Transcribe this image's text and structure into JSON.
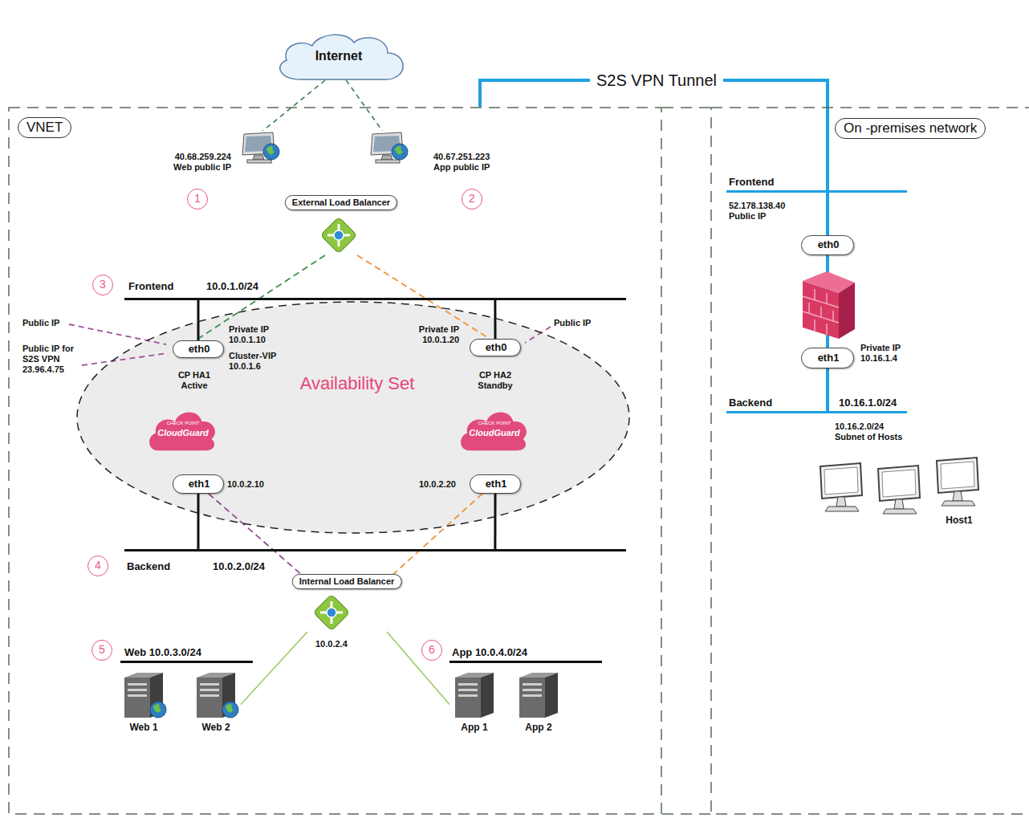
{
  "diagram": {
    "nodes": [
      {
        "text": [
          "VNET"
        ]
      },
      {
        "text": [
          "On -premises network"
        ]
      },
      {
        "text": [
          "Internet"
        ]
      },
      {
        "text": [
          "40.68.259.224 Web public IP"
        ],
        "in": 0
      },
      {
        "text": [
          "40.67.251.223 App public IP"
        ],
        "in": 0
      },
      {
        "text": [
          "External Load Balancer"
        ],
        "in": 0
      },
      {
        "text": [
          "Frontend",
          "10.0.1.0/24"
        ],
        "in": 0
      },
      {
        "text": [
          "Availability Set"
        ],
        "in": 0
      },
      {
        "text": [
          "eth0"
        ],
        "in": 7
      },
      {
        "text": [
          "eth0"
        ],
        "in": 7
      },
      {
        "text": [
          "eth1"
        ],
        "in": 7
      },
      {
        "text": [
          "eth1"
        ],
        "in": 7
      },
      {
        "text": [
          "Backend",
          "10.0.2.0/24"
        ],
        "in": 0
      },
      {
        "text": [
          "Internal Load Balancer"
        ],
        "in": 0
      },
      {
        "text": [
          "Web 10.0.3.0/24"
        ],
        "in": 0
      },
      {
        "text": [
          "App 10.0.4.0/24"
        ],
        "in": 0
      },
      {
        "text": [
          "Web 1"
        ],
        "in": 0
      },
      {
        "text": [
          "Web 2"
        ],
        "in": 0
      },
      {
        "text": [
          "App 1"
        ],
        "in": 0
      },
      {
        "text": [
          "App 2"
        ],
        "in": 0
      },
      {
        "text": [
          "Frontend"
        ],
        "in": 1
      },
      {
        "text": [
          "eth0"
        ],
        "in": 1
      },
      {
        "text": [
          "eth1"
        ],
        "in": 1
      },
      {
        "text": [
          "Backend",
          "10.16.1.0/24"
        ],
        "in": 1
      },
      {
        "text": [
          "Host1"
        ],
        "in": 1
      }
    ],
    "edges": [
      {
        "from": 2,
        "to": 3,
        "arrow": "none"
      },
      {
        "from": 2,
        "to": 4,
        "arrow": "none"
      },
      {
        "from": 5,
        "to": 8,
        "arrow": "none"
      },
      {
        "from": 5,
        "to": 9,
        "arrow": "none"
      },
      {
        "from": 6,
        "to": 8,
        "arrow": "none"
      },
      {
        "from": 6,
        "to": 9,
        "arrow": "none"
      },
      {
        "from": 10,
        "to": 12,
        "arrow": "none"
      },
      {
        "from": 11,
        "to": 12,
        "arrow": "none"
      },
      {
        "from": 10,
        "to": 13,
        "arrow": "none"
      },
      {
        "from": 11,
        "to": 13,
        "arrow": "none"
      },
      {
        "from": 13,
        "to": 17,
        "arrow": "none"
      },
      {
        "from": 13,
        "to": 18,
        "arrow": "none"
      },
      {
        "from": 0,
        "to": 20,
        "label": "S2S VPN Tunnel",
        "arrow": "none"
      },
      {
        "from": 20,
        "to": 21,
        "arrow": "none"
      },
      {
        "from": 21,
        "to": 22,
        "arrow": "none"
      },
      {
        "from": 22,
        "to": 23,
        "arrow": "none"
      }
    ],
    "labels": [
      "1",
      "2",
      "3",
      "4",
      "5",
      "6",
      "Public IP",
      "Public IP for S2S VPN 23.96.4.75",
      "Private IP 10.0.1.10",
      "Cluster-VIP 10.0.1.6",
      "CP HA1 Active",
      "CHECK POINT",
      "CloudGuard",
      "Private IP 10.0.1.20",
      "Public IP",
      "CP HA2 Standby",
      "CHECK POINT",
      "CloudGuard",
      "10.0.2.10",
      "10.0.2.20",
      "10.0.2.4",
      "52.178.138.40 Public IP",
      "Private IP 10.16.1.4",
      "10.16.2.0/24 Subnet of Hosts"
    ]
  }
}
